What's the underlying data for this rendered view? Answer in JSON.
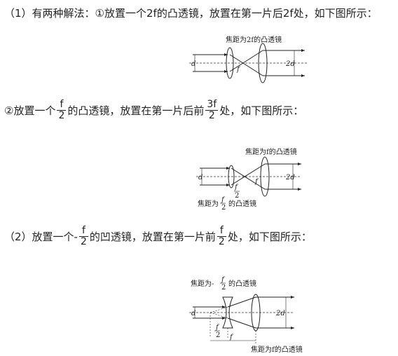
{
  "part1": {
    "text": "（1）有两种解法：①放置一个2f的凸透镜，放置在第一片后2f处，如下图所示："
  },
  "figure1": {
    "lens_label": "焦距为2f的凸透镜",
    "d": "d",
    "f": "f",
    "two_d": "2d"
  },
  "part1b": {
    "prefix": "②放置一个",
    "f1_num": "f",
    "f1_den": "2",
    "middle": "的凸透镜，放置在第一片后前",
    "f2_num": "3f",
    "f2_den": "2",
    "suffix": "处，如下图所示："
  },
  "figure2": {
    "top_label": "焦距为f的凸透镜",
    "d": "d",
    "f_half_num": "f",
    "f_half_den": "2",
    "f": "f",
    "two_d": "2d",
    "bottom_prefix": "焦距为",
    "bottom_num": "f",
    "bottom_den": "2",
    "bottom_suffix": "的凸透镜"
  },
  "part2": {
    "prefix": "（2）放置一个-",
    "f1_num": "f",
    "f1_den": "2",
    "middle": "的凹透镜，放置在第一片前",
    "f2_num": "f",
    "f2_den": "2",
    "suffix": "处，如下图所示："
  },
  "figure3": {
    "top_prefix": "焦距为-",
    "top_num": "f",
    "top_den": "2",
    "top_suffix": "的凸透镜",
    "d": "d",
    "two_d": "2d",
    "f_half_num": "f",
    "f_half_den": "2",
    "f": "f",
    "bottom_label": "焦距为f的凸透镜"
  }
}
